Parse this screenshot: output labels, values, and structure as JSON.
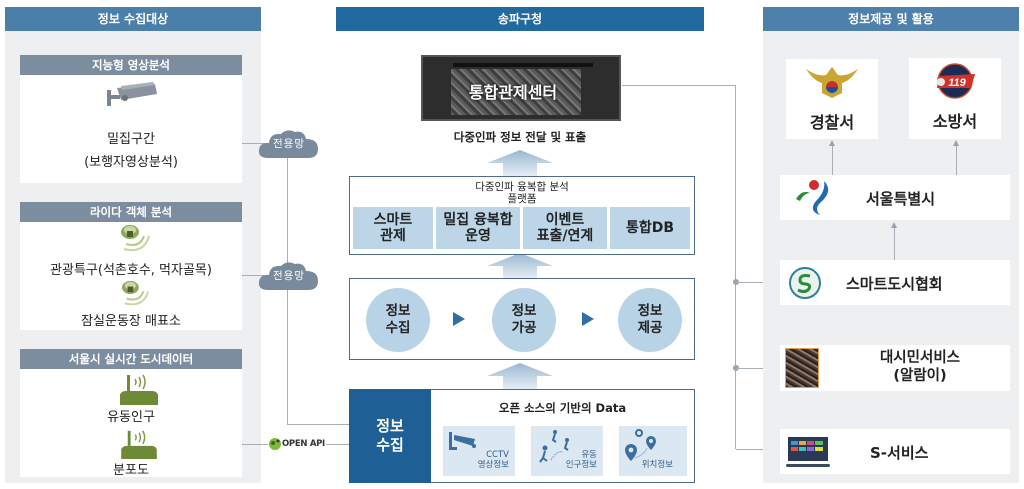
{
  "columns": {
    "left": {
      "title": "정보 수집대상"
    },
    "center": {
      "title": "송파구청"
    },
    "right": {
      "title": "정보제공 및 활용"
    }
  },
  "sources": [
    {
      "title": "지능형 영상분석",
      "icon": "cctv-camera-icon",
      "lines": [
        "밀집구간",
        "(보행자영상분석)"
      ]
    },
    {
      "title": "라이다 객체 분석",
      "icon": "lidar-sensor-icon",
      "lines": [
        "관광특구(석촌호수, 먹자골목)",
        "잠실운동장 매표소"
      ]
    },
    {
      "title": "서울시 실시간 도시데이터",
      "icon": "wireless-router-icon",
      "lines": [
        "유동인구",
        "분포도"
      ]
    }
  ],
  "connectors": {
    "cloud_1": "전용망",
    "cloud_2": "전용망",
    "open_api": "OPEN API"
  },
  "center": {
    "control_center": "통합관제센터",
    "display_caption": "다중인파 정보 전달 및 표출",
    "platform": {
      "title_line1": "다중인파 융복합 분석",
      "title_line2": "플랫폼",
      "cells": [
        {
          "line1": "스마트",
          "line2": "관제"
        },
        {
          "line1": "밀집 융복합",
          "line2": "운영"
        },
        {
          "line1": "이벤트",
          "line2": "표출/연계"
        },
        {
          "line1": "통합DB",
          "line2": ""
        }
      ]
    },
    "process": [
      {
        "line1": "정보",
        "line2": "수집"
      },
      {
        "line1": "정보",
        "line2": "가공"
      },
      {
        "line1": "정보",
        "line2": "제공"
      }
    ],
    "collection": {
      "label_line1": "정보",
      "label_line2": "수집",
      "open_source_title": "오픈 소스의 기반의 Data",
      "tiles": [
        {
          "icon": "cctv-icon",
          "line1": "CCTV",
          "line2": "영상정보"
        },
        {
          "icon": "pedestrian-icon",
          "line1": "유동",
          "line2": "인구정보"
        },
        {
          "icon": "location-pin-icon",
          "line1": "",
          "line2": "위치정보"
        }
      ]
    }
  },
  "destinations": {
    "police": "경찰서",
    "fire": "소방서",
    "seoul": "서울특별시",
    "smart_city": "스마트도시협회",
    "citizen_service_line1": "대시민서비스",
    "citizen_service_line2": "(알람이)",
    "s_service": "S-서비스"
  },
  "colors": {
    "header_center": "#216a9f",
    "header_side": "#4a7faa",
    "source_title": "#7d8da0",
    "cell_fill": "#bcd6e8",
    "collect_fill": "#1e5f95"
  }
}
